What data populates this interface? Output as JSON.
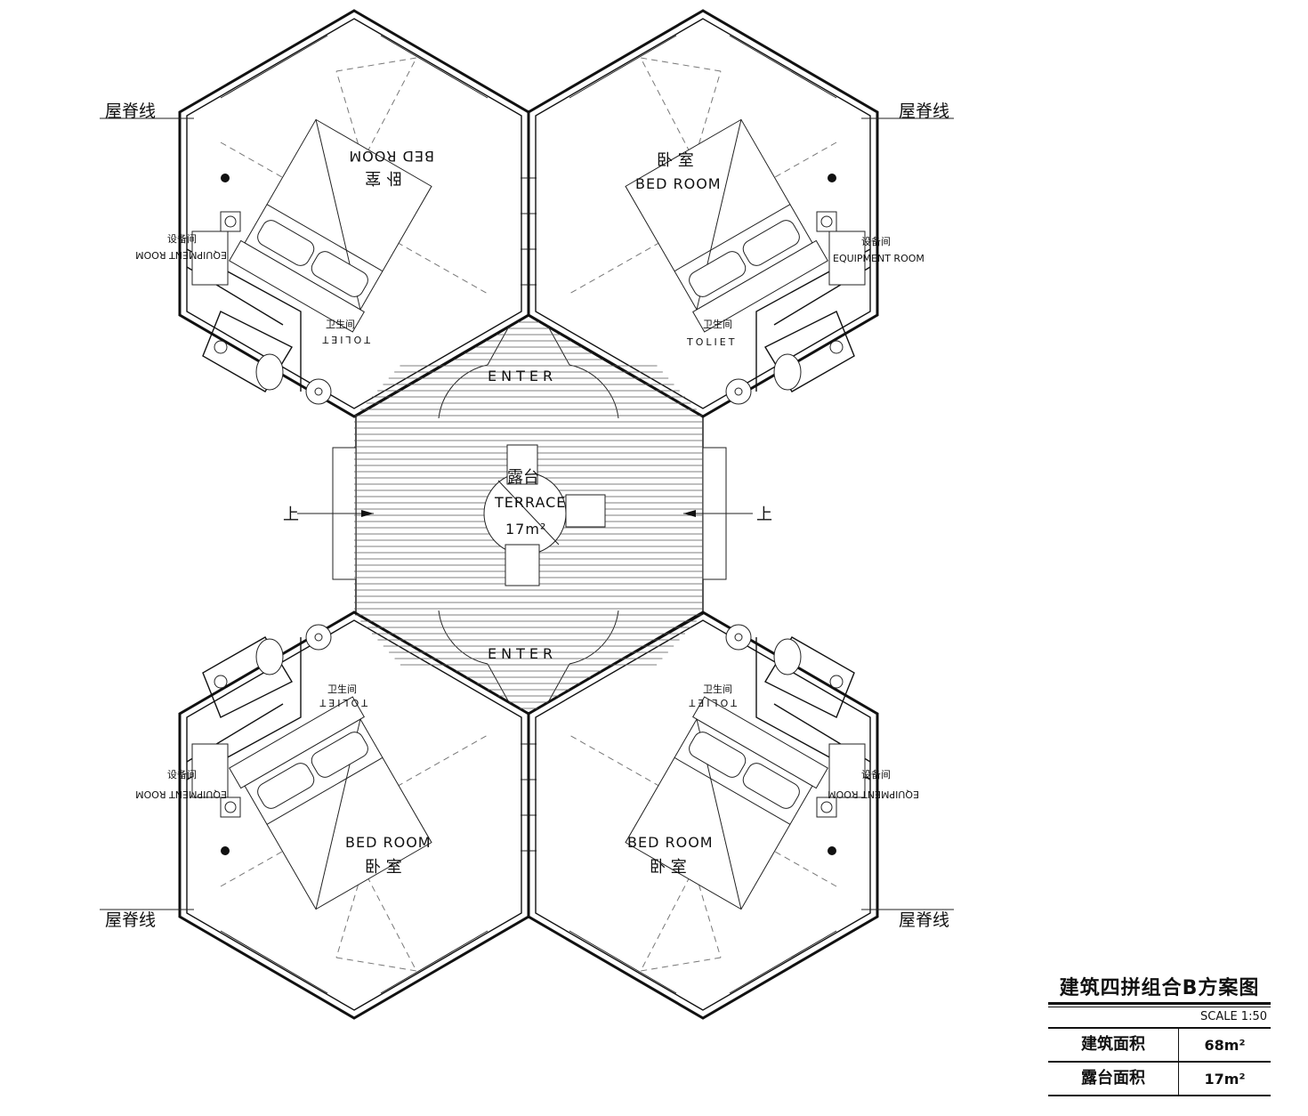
{
  "rooms": {
    "bedroom_cn": "卧 室",
    "bedroom_en": "BED ROOM",
    "toilet_cn": "卫生间",
    "toilet_en": "TOLIET",
    "equipment_cn": "设备间",
    "equipment_en": "EQUIPMENT ROOM"
  },
  "ridge_label": "屋脊线",
  "enter_label": "ENTER",
  "up_label": "上",
  "terrace": {
    "cn": "露台",
    "en": "TERRACE",
    "area": "17m²"
  },
  "title_block": {
    "title": "建筑四拼组合B方案图",
    "scale": "SCALE   1:50",
    "rows": [
      {
        "key": "建筑面积",
        "value": "68m²"
      },
      {
        "key": "露台面积",
        "value": "17m²"
      }
    ]
  }
}
